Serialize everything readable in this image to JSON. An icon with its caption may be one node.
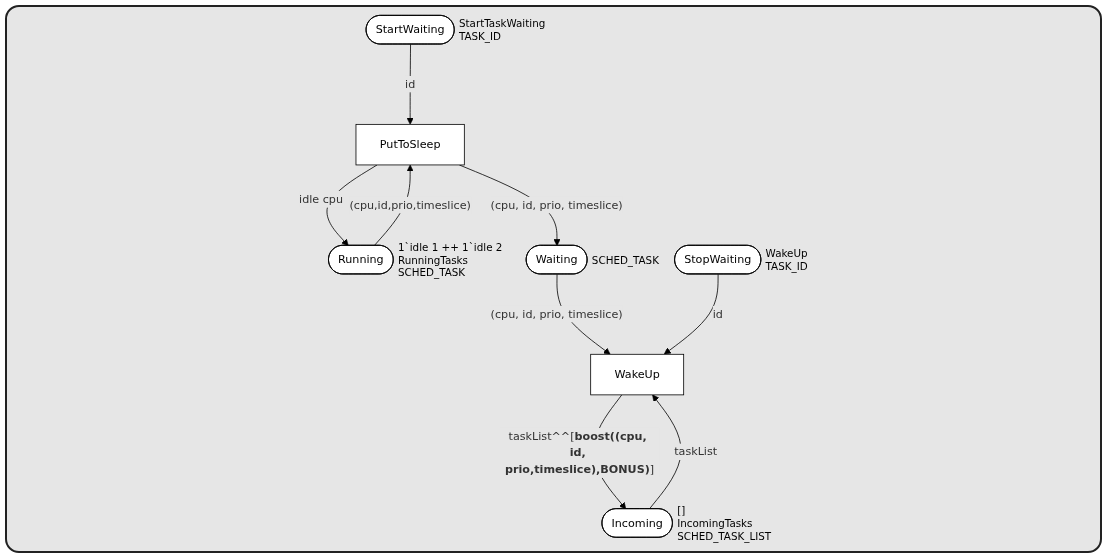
{
  "diagram": {
    "nodes": [
      {
        "text": [
          "StartWaiting"
        ],
        "beside": [
          "StartTaskWaiting",
          "TASK_ID"
        ]
      },
      {
        "text": [
          "PutToSleep"
        ]
      },
      {
        "text": [
          "Running"
        ],
        "beside": [
          "1`idle 1 ++ 1`idle 2",
          "RunningTasks",
          "SCHED_TASK"
        ]
      },
      {
        "text": [
          "Waiting"
        ],
        "beside": [
          "SCHED_TASK"
        ]
      },
      {
        "text": [
          "WakeUp"
        ]
      },
      {
        "text": [
          "Incoming"
        ],
        "beside": [
          "[]",
          "IncomingTasks",
          "SCHED_TASK_LIST"
        ]
      },
      {
        "text": [
          "StopWaiting"
        ],
        "beside": [
          "WakeUp",
          "TASK_ID"
        ]
      }
    ],
    "edges": [
      {
        "from": 0,
        "to": 1,
        "arrow": "to",
        "label": "id"
      },
      {
        "from": 2,
        "to": 1,
        "arrow": "to",
        "label": "(cpu,id,prio,timeslice)"
      },
      {
        "from": 1,
        "to": 2,
        "arrow": "to",
        "label": "idle cpu"
      },
      {
        "from": 1,
        "to": 3,
        "arrow": "to",
        "label": "(cpu, id, prio, timeslice)"
      },
      {
        "from": 3,
        "to": 4,
        "arrow": "to",
        "label": "(cpu, id, prio, timeslice)"
      },
      {
        "from": 5,
        "to": 4,
        "arrow": "to",
        "label": "taskList"
      },
      {
        "from": 4,
        "to": 5,
        "arrow": "to",
        "label": "taskList^^[**boost((cpu, id, prio,timeslice),BONUS)**]"
      },
      {
        "from": 6,
        "to": 4,
        "arrow": "to",
        "label": "id"
      }
    ]
  }
}
